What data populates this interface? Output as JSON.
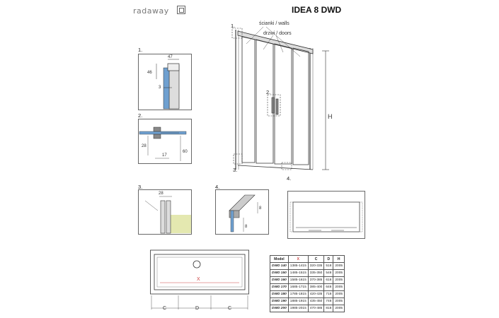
{
  "brand": {
    "name": "radaway"
  },
  "title": "IDEA 8 DWD",
  "main": {
    "label_walls": "ścianki / walls",
    "label_doors": "drzwi / doors",
    "label_h": "H",
    "step1": "1.",
    "step2": "2.",
    "step3": "3.",
    "step4": "4."
  },
  "details": {
    "d1": {
      "step": "1.",
      "dim_top": "47",
      "dim_side": "46",
      "dim_small": "3"
    },
    "d2": {
      "step": "2.",
      "dim_a": "28",
      "dim_b": "17",
      "dim_c": "60"
    },
    "d3": {
      "step": "3.",
      "dim_a": "28"
    },
    "d4": {
      "step": "4.",
      "dim_a": "8",
      "dim_b": "8"
    }
  },
  "plan": {
    "x_label": "X",
    "c_left": "C",
    "d_label": "D",
    "c_right": "C"
  },
  "table": {
    "headers": [
      "Model",
      "X",
      "C",
      "D",
      "H"
    ],
    "rows": [
      [
        "DWD 140",
        "1385-1415",
        "320-335",
        "518",
        "2005"
      ],
      [
        "DWD 150",
        "1485-1515",
        "335-350",
        "548",
        "2005"
      ],
      [
        "DWD 160",
        "1585-1615",
        "370-385",
        "618",
        "2005"
      ],
      [
        "DWD 170",
        "1685-1715",
        "385-400",
        "648",
        "2005"
      ],
      [
        "DWD 180",
        "1785-1815",
        "420-435",
        "718",
        "2005"
      ],
      [
        "DWD 190",
        "1885-1915",
        "435-450",
        "748",
        "2005"
      ],
      [
        "DWD 200",
        "1985-2015",
        "470-485",
        "818",
        "2005"
      ]
    ]
  }
}
